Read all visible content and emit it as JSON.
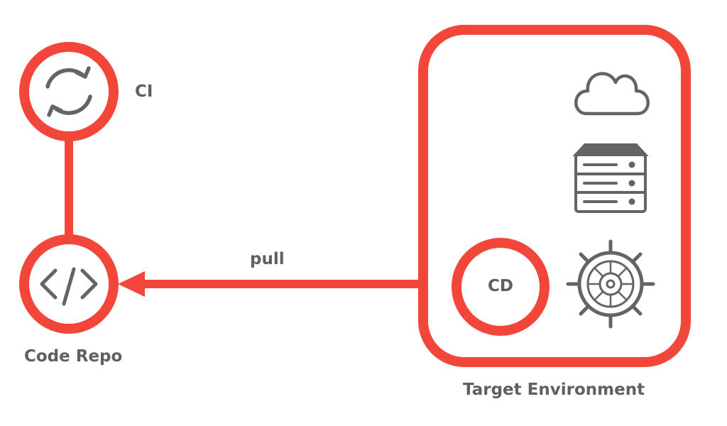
{
  "colors": {
    "accent": "#f2463a",
    "icon": "#626466",
    "text": "#5f6062",
    "background": "#ffffff"
  },
  "nodes": {
    "ci": {
      "label": "CI",
      "icon": "sync-icon"
    },
    "code_repo": {
      "label": "Code Repo",
      "icon": "code-icon"
    },
    "cd": {
      "label": "CD"
    }
  },
  "edge": {
    "label": "pull",
    "from": "CD",
    "to": "Code Repo"
  },
  "target_environment": {
    "label": "Target Environment",
    "icons": [
      "cloud-icon",
      "server-stack-icon",
      "helm-wheel-icon"
    ]
  }
}
